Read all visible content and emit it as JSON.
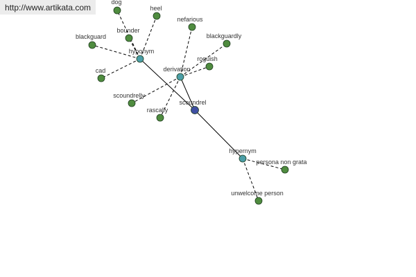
{
  "banner": {
    "url": "http://www.artikata.com"
  },
  "colors": {
    "center_node": "#3f4fa3",
    "relation_node": "#4b9ea7",
    "word_node": "#4f8c3f",
    "node_stroke": "#1f3d1f",
    "edge": "#000000",
    "label": "#333333"
  },
  "graph": {
    "nodes": [
      {
        "id": "scoundrel",
        "label": "scoundrel",
        "kind": "center"
      },
      {
        "id": "hyponym",
        "label": "hyponym",
        "kind": "relation"
      },
      {
        "id": "derivation",
        "label": "derivation",
        "kind": "relation"
      },
      {
        "id": "hypernym",
        "label": "hypernym",
        "kind": "relation"
      },
      {
        "id": "dog",
        "label": "dog",
        "kind": "word"
      },
      {
        "id": "heel",
        "label": "heel",
        "kind": "word"
      },
      {
        "id": "bounder",
        "label": "bounder",
        "kind": "word"
      },
      {
        "id": "blackguard",
        "label": "blackguard",
        "kind": "word"
      },
      {
        "id": "cad",
        "label": "cad",
        "kind": "word"
      },
      {
        "id": "nefarious",
        "label": "nefarious",
        "kind": "word"
      },
      {
        "id": "blackguardly",
        "label": "blackguardly",
        "kind": "word"
      },
      {
        "id": "roguish",
        "label": "roguish",
        "kind": "word"
      },
      {
        "id": "scoundrelly",
        "label": "scoundrelly",
        "kind": "word"
      },
      {
        "id": "rascally",
        "label": "rascally",
        "kind": "word"
      },
      {
        "id": "persona-non-grata",
        "label": "persona non grata",
        "kind": "word"
      },
      {
        "id": "unwelcome-person",
        "label": "unwelcome person",
        "kind": "word"
      }
    ],
    "edges": [
      {
        "from": "scoundrel",
        "to": "hyponym",
        "style": "solid"
      },
      {
        "from": "scoundrel",
        "to": "derivation",
        "style": "solid"
      },
      {
        "from": "scoundrel",
        "to": "hypernym",
        "style": "solid"
      },
      {
        "from": "hyponym",
        "to": "dog",
        "style": "dashed"
      },
      {
        "from": "hyponym",
        "to": "heel",
        "style": "dashed"
      },
      {
        "from": "hyponym",
        "to": "bounder",
        "style": "dashed"
      },
      {
        "from": "hyponym",
        "to": "blackguard",
        "style": "dashed"
      },
      {
        "from": "hyponym",
        "to": "cad",
        "style": "dashed"
      },
      {
        "from": "derivation",
        "to": "nefarious",
        "style": "dashed"
      },
      {
        "from": "derivation",
        "to": "blackguardly",
        "style": "dashed"
      },
      {
        "from": "derivation",
        "to": "roguish",
        "style": "dashed"
      },
      {
        "from": "derivation",
        "to": "scoundrelly",
        "style": "dashed"
      },
      {
        "from": "derivation",
        "to": "rascally",
        "style": "dashed"
      },
      {
        "from": "hypernym",
        "to": "persona-non-grata",
        "style": "dashed"
      },
      {
        "from": "hypernym",
        "to": "unwelcome-person",
        "style": "dashed"
      }
    ]
  }
}
